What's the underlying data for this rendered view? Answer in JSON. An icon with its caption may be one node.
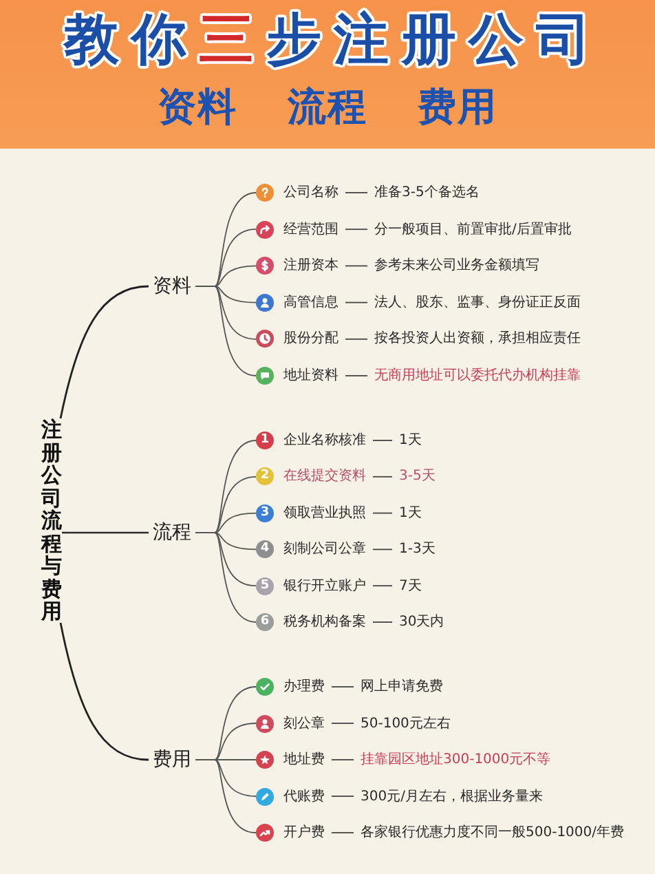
{
  "diagram": {
    "title": "教你**三**步注册公司",
    "nodes": [
      {
        "text": [
          "注册公司流程与费用"
        ]
      },
      {
        "text": [
          "资料"
        ]
      },
      {
        "text": [
          "公司名称"
        ]
      },
      {
        "text": [
          "准备3-5个备选名"
        ]
      },
      {
        "text": [
          "经营范围"
        ]
      },
      {
        "text": [
          "分一般项目、前置审批/后置审批"
        ]
      },
      {
        "text": [
          "注册资本"
        ]
      },
      {
        "text": [
          "参考未来公司业务金额填写"
        ]
      },
      {
        "text": [
          "高管信息"
        ]
      },
      {
        "text": [
          "法人、股东、监事、身份证正反面"
        ]
      },
      {
        "text": [
          "股份分配"
        ]
      },
      {
        "text": [
          "按各投资人出资额，承担相应责任"
        ]
      },
      {
        "text": [
          "地址资料"
        ]
      },
      {
        "text": [
          "无商用地址可以委托代办机构挂靠"
        ]
      },
      {
        "text": [
          "流程"
        ]
      },
      {
        "text": [
          "企业名称核准"
        ]
      },
      {
        "text": [
          "1天"
        ]
      },
      {
        "text": [
          "在线提交资料"
        ]
      },
      {
        "text": [
          "3-5天"
        ]
      },
      {
        "text": [
          "领取营业执照"
        ]
      },
      {
        "text": [
          "1天"
        ]
      },
      {
        "text": [
          "刻制公司公章"
        ]
      },
      {
        "text": [
          "1-3天"
        ]
      },
      {
        "text": [
          "银行开立账户"
        ]
      },
      {
        "text": [
          "7天"
        ]
      },
      {
        "text": [
          "税务机构备案"
        ]
      },
      {
        "text": [
          "30天内"
        ]
      },
      {
        "text": [
          "费用"
        ]
      },
      {
        "text": [
          "办理费"
        ]
      },
      {
        "text": [
          "网上申请免费"
        ]
      },
      {
        "text": [
          "刻公章"
        ]
      },
      {
        "text": [
          "50-100元左右"
        ]
      },
      {
        "text": [
          "地址费"
        ]
      },
      {
        "text": [
          "挂靠园区地址300-1000元不等"
        ]
      },
      {
        "text": [
          "代账费"
        ]
      },
      {
        "text": [
          "300元/月左右，根据业务量来"
        ]
      },
      {
        "text": [
          "开户费"
        ]
      },
      {
        "text": [
          "各家银行优惠力度不同一般500-1000/年费"
        ]
      }
    ],
    "edges": [
      {
        "from": 0,
        "to": 1,
        "arrow": "none"
      },
      {
        "from": 1,
        "to": 2,
        "arrow": "none"
      },
      {
        "from": 2,
        "to": 3,
        "arrow": "none"
      },
      {
        "from": 1,
        "to": 4,
        "arrow": "none"
      },
      {
        "from": 4,
        "to": 5,
        "arrow": "none"
      },
      {
        "from": 1,
        "to": 6,
        "arrow": "none"
      },
      {
        "from": 6,
        "to": 7,
        "arrow": "none"
      },
      {
        "from": 1,
        "to": 8,
        "arrow": "none"
      },
      {
        "from": 8,
        "to": 9,
        "arrow": "none"
      },
      {
        "from": 1,
        "to": 10,
        "arrow": "none"
      },
      {
        "from": 10,
        "to": 11,
        "arrow": "none"
      },
      {
        "from": 1,
        "to": 12,
        "arrow": "none"
      },
      {
        "from": 12,
        "to": 13,
        "arrow": "none"
      },
      {
        "from": 0,
        "to": 14,
        "arrow": "none"
      },
      {
        "from": 14,
        "to": 15,
        "arrow": "none"
      },
      {
        "from": 15,
        "to": 16,
        "arrow": "none"
      },
      {
        "from": 14,
        "to": 17,
        "arrow": "none"
      },
      {
        "from": 17,
        "to": 18,
        "arrow": "none"
      },
      {
        "from": 14,
        "to": 19,
        "arrow": "none"
      },
      {
        "from": 19,
        "to": 20,
        "arrow": "none"
      },
      {
        "from": 14,
        "to": 21,
        "arrow": "none"
      },
      {
        "from": 21,
        "to": 22,
        "arrow": "none"
      },
      {
        "from": 14,
        "to": 23,
        "arrow": "none"
      },
      {
        "from": 23,
        "to": 24,
        "arrow": "none"
      },
      {
        "from": 14,
        "to": 25,
        "arrow": "none"
      },
      {
        "from": 25,
        "to": 26,
        "arrow": "none"
      },
      {
        "from": 0,
        "to": 27,
        "arrow": "none"
      },
      {
        "from": 27,
        "to": 28,
        "arrow": "none"
      },
      {
        "from": 28,
        "to": 29,
        "arrow": "none"
      },
      {
        "from": 27,
        "to": 30,
        "arrow": "none"
      },
      {
        "from": 30,
        "to": 31,
        "arrow": "none"
      },
      {
        "from": 27,
        "to": 32,
        "arrow": "none"
      },
      {
        "from": 32,
        "to": 33,
        "arrow": "none"
      },
      {
        "from": 27,
        "to": 34,
        "arrow": "none"
      },
      {
        "from": 34,
        "to": 35,
        "arrow": "none"
      },
      {
        "from": 27,
        "to": 36,
        "arrow": "none"
      },
      {
        "from": 36,
        "to": 37,
        "arrow": "none"
      }
    ],
    "labels": [
      "资料 流程 费用",
      "1",
      "2",
      "3",
      "4",
      "5",
      "6"
    ]
  }
}
